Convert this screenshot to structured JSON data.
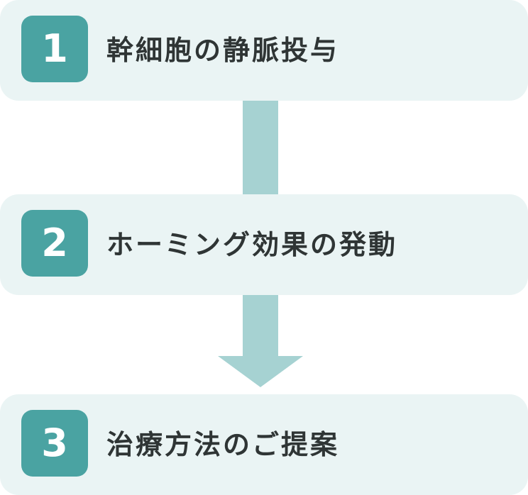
{
  "steps": [
    {
      "number": "1",
      "label": "幹細胞の静脈投与"
    },
    {
      "number": "2",
      "label": "ホーミング効果の発動"
    },
    {
      "number": "3",
      "label": "治療方法のご提案"
    }
  ],
  "colors": {
    "card_background": "#eaf4f4",
    "badge": "#4aa3a2",
    "connector": "#a6d2d2",
    "text": "#2f3535"
  }
}
